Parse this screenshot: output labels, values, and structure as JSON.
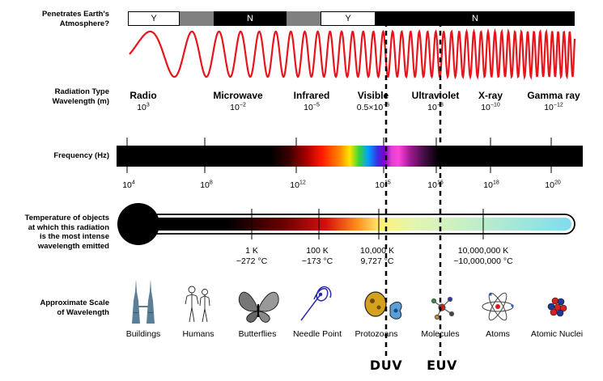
{
  "labels": {
    "atmosphere": [
      "Penetrates Earth's",
      "Atmosphere?"
    ],
    "radiation": [
      "Radiation Type",
      "Wavelength (m)"
    ],
    "frequency": "Frequency (Hz)",
    "temperature": [
      "Temperature of objects",
      "at which this radiation",
      "is the most intense",
      "wavelength emitted"
    ],
    "scale": [
      "Approximate Scale",
      "of Wavelength"
    ]
  },
  "atmosphere": [
    {
      "label": "Y",
      "fill": "#ffffff"
    },
    {
      "label": "",
      "fill": "#808080"
    },
    {
      "label": "N",
      "fill": "#000000"
    },
    {
      "label": "",
      "fill": "#808080"
    },
    {
      "label": "Y",
      "fill": "#ffffff"
    },
    {
      "label": "N",
      "fill": "#000000"
    }
  ],
  "radiation_types": [
    {
      "name": "Radio",
      "base": "10",
      "exp": "3"
    },
    {
      "name": "Microwave",
      "base": "10",
      "exp": "−2"
    },
    {
      "name": "Infrared",
      "base": "10",
      "exp": "−5"
    },
    {
      "name": "Visible",
      "base": "0.5×10",
      "exp": "−6"
    },
    {
      "name": "Ultraviolet",
      "base": "10",
      "exp": "−8"
    },
    {
      "name": "X-ray",
      "base": "10",
      "exp": "−10"
    },
    {
      "name": "Gamma ray",
      "base": "10",
      "exp": "−12"
    }
  ],
  "frequency_ticks": [
    {
      "base": "10",
      "exp": "4"
    },
    {
      "base": "10",
      "exp": "8"
    },
    {
      "base": "10",
      "exp": "12"
    },
    {
      "base": "10",
      "exp": "15"
    },
    {
      "base": "10",
      "exp": "16"
    },
    {
      "base": "10",
      "exp": "18"
    },
    {
      "base": "10",
      "exp": "20"
    }
  ],
  "temperatures": [
    {
      "k": "1 K",
      "c": "−272 °C"
    },
    {
      "k": "100 K",
      "c": "−173 °C"
    },
    {
      "k": "10,000 K",
      "c": "9,727 °C"
    },
    {
      "k": "10,000,000 K",
      "c": "~10,000,000 °C"
    }
  ],
  "scale_items": [
    {
      "label": "Buildings",
      "icon": "buildings-icon"
    },
    {
      "label": "Humans",
      "icon": "humans-icon"
    },
    {
      "label": "Butterflies",
      "icon": "butterfly-icon"
    },
    {
      "label": "Needle Point",
      "icon": "needle-icon"
    },
    {
      "label": "Protozoans",
      "icon": "protozoan-icon"
    },
    {
      "label": "Molecules",
      "icon": "molecule-icon"
    },
    {
      "label": "Atoms",
      "icon": "atom-icon"
    },
    {
      "label": "Atomic Nuclei",
      "icon": "nucleus-icon"
    }
  ],
  "markers": [
    "DUV",
    "EUV"
  ],
  "colors": {
    "wave": "#e8141b",
    "bar": "#000000",
    "thermometer_end": "#7fdcf0"
  }
}
